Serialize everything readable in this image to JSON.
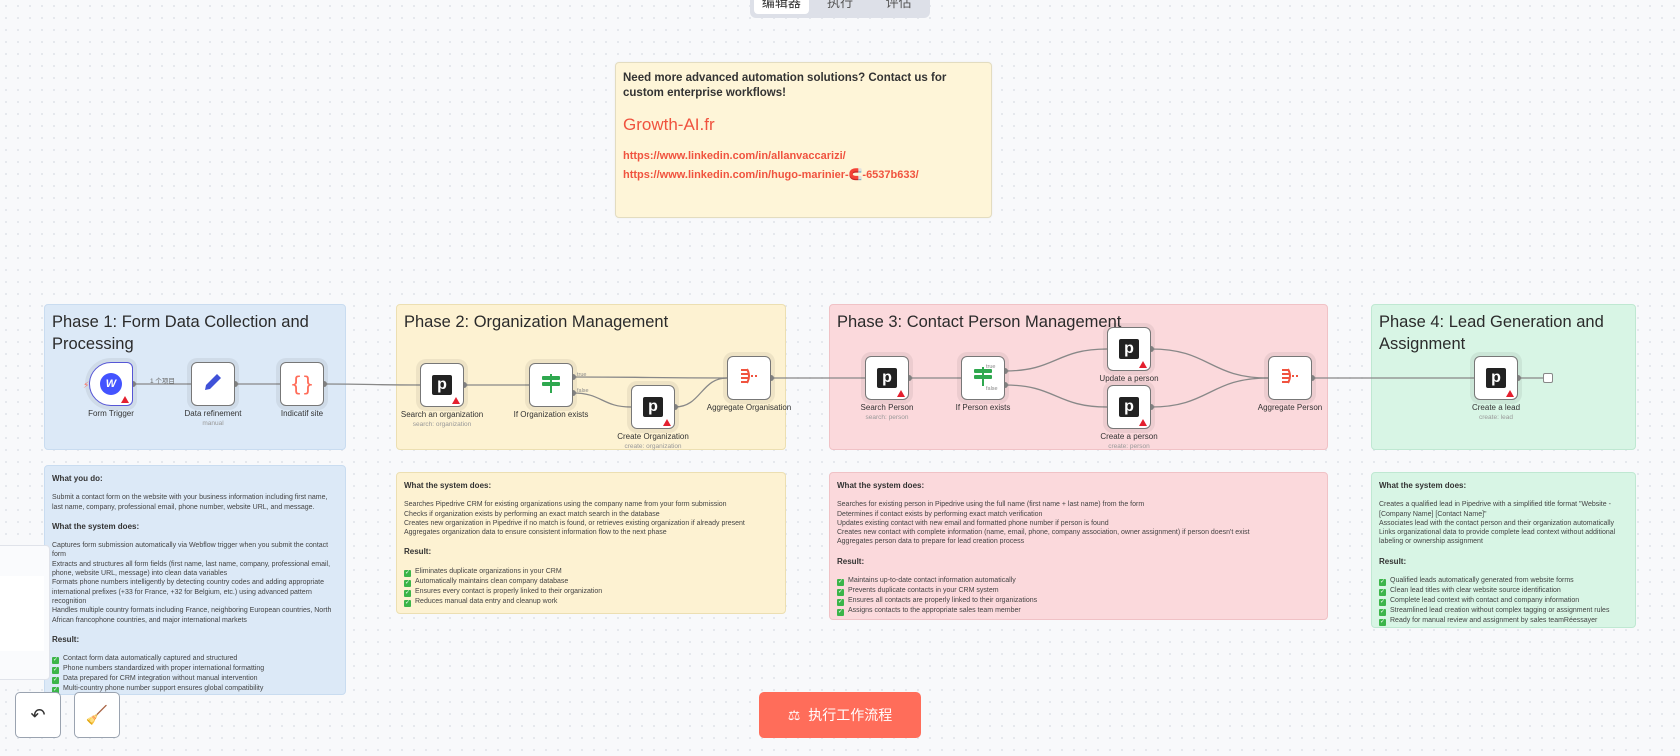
{
  "tabs": [
    {
      "label": "编辑器",
      "active": true
    },
    {
      "label": "执行"
    },
    {
      "label": "评估"
    }
  ],
  "top_note": {
    "question": "Need more advanced automation solutions? Contact us for custom enterprise workflows!",
    "brand": "Growth-AI.fr",
    "links": [
      "https://www.linkedin.com/in/allanvaccarizi/",
      "https://www.linkedin.com/in/hugo-marinier-🧲-6537b633/"
    ]
  },
  "phases": [
    {
      "title": "Phase 1: Form Data Collection and Processing",
      "color": "#dce9f7"
    },
    {
      "title": "Phase 2: Organization Management",
      "color": "#fdf2d2"
    },
    {
      "title": "Phase 3: Contact Person Management",
      "color": "#fbd9dc"
    },
    {
      "title": "Phase 4: Lead Generation and Assignment",
      "color": "#d8f5e5"
    }
  ],
  "descriptions": [
    {
      "user_heading": "What you do:",
      "user_text": "Submit a contact form on the website with your business information including first name, last name, company, professional email, phone number, website URL, and message.",
      "heading": "What the system does:",
      "lines": [
        "Captures form submission automatically via Webflow trigger when you submit the contact form",
        "Extracts and structures all form fields (first name, last name, company, professional email, phone, website URL, message) into clean data variables",
        "Formats phone numbers intelligently by detecting country codes and adding appropriate international prefixes (+33 for France, +32 for Belgium, etc.) using advanced pattern recognition",
        "Handles multiple country formats including France, neighboring European countries, North African francophone countries, and major international markets"
      ],
      "result_heading": "Result:",
      "results": [
        "Contact form data automatically captured and structured",
        "Phone numbers standardized with proper international formatting",
        "Data prepared for CRM integration without manual intervention",
        "Multi-country phone number support ensures global compatibility"
      ]
    },
    {
      "heading": "What the system does:",
      "lines": [
        "Searches Pipedrive CRM for existing organizations using the company name from your form submission",
        "Checks if organization exists by performing an exact match search in the database",
        "Creates new organization in Pipedrive if no match is found, or retrieves existing organization if already present",
        "Aggregates organization data to ensure consistent information flow to the next phase"
      ],
      "result_heading": "Result:",
      "results": [
        "Eliminates duplicate organizations in your CRM",
        "Automatically maintains clean company database",
        "Ensures every contact is properly linked to their organization",
        "Reduces manual data entry and cleanup work"
      ]
    },
    {
      "heading": "What the system does:",
      "lines": [
        "Searches for existing person in Pipedrive using the full name (first name + last name) from the form",
        "Determines if contact exists by performing exact match verification",
        "Updates existing contact with new email and formatted phone number if person is found",
        "Creates new contact with complete information (name, email, phone, company association, owner assignment) if person doesn't exist",
        "Aggregates person data to prepare for lead creation process"
      ],
      "result_heading": "Result:",
      "results": [
        "Maintains up-to-date contact information automatically",
        "Prevents duplicate contacts in your CRM system",
        "Ensures all contacts are properly linked to their organizations",
        "Assigns contacts to the appropriate sales team member"
      ]
    },
    {
      "heading": "What the system does:",
      "lines": [
        "Creates a qualified lead in Pipedrive with a simplified title format \"Website - [Company Name] [Contact Name]\"",
        "Associates lead with the contact person and their organization automatically",
        "Links organizational data to provide complete lead context without additional labeling or ownership assignment"
      ],
      "result_heading": "Result:",
      "results": [
        "Qualified leads automatically generated from website forms",
        "Clean lead titles with clear website source identification",
        "Complete lead context with contact and company information",
        "Streamlined lead creation without complex tagging or assignment rules",
        "Ready for manual review and assignment by sales teamRéessayer"
      ]
    }
  ],
  "nodes": [
    {
      "label": "Form Trigger",
      "icon": "webflow-icon",
      "warning": true
    },
    {
      "label": "Data refinement",
      "sub": "manual",
      "icon": "pencil-icon"
    },
    {
      "label": "Indicatif site",
      "icon": "code-braces-icon"
    },
    {
      "label": "Search an organization",
      "sub": "search: organization",
      "icon": "pipedrive-icon",
      "warning": true
    },
    {
      "label": "If Organization exists",
      "icon": "signpost-icon"
    },
    {
      "label": "Create Organization",
      "sub": "create: organization",
      "icon": "pipedrive-icon",
      "warning": true
    },
    {
      "label": "Aggregate Organisation",
      "icon": "aggregate-icon"
    },
    {
      "label": "Search Person",
      "sub": "search: person",
      "icon": "pipedrive-icon",
      "warning": true
    },
    {
      "label": "If Person exists",
      "icon": "signpost-icon"
    },
    {
      "label": "Update a person",
      "icon": "pipedrive-icon",
      "warning": true
    },
    {
      "label": "Create a person",
      "sub": "create: person",
      "icon": "pipedrive-icon",
      "warning": true
    },
    {
      "label": "Aggregate Person",
      "icon": "aggregate-icon"
    },
    {
      "label": "Create a lead",
      "sub": "create: lead",
      "icon": "pipedrive-icon",
      "warning": true
    }
  ],
  "edge_labels": {
    "items": "1 个项目",
    "true": "true",
    "false": "false"
  },
  "toolbar": {
    "undo": "undo-icon",
    "clear": "broom-icon",
    "run_label": "执行工作流程"
  }
}
